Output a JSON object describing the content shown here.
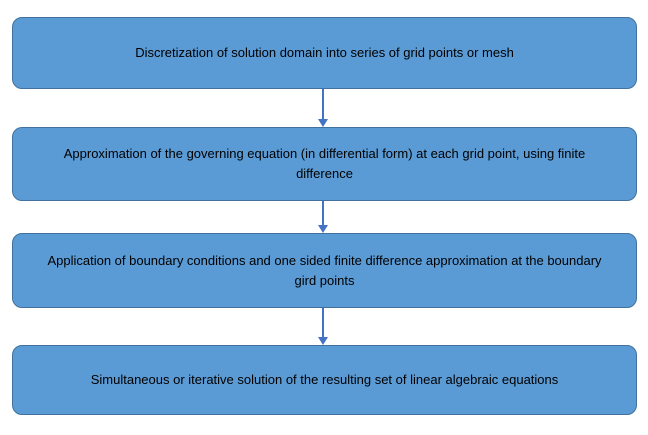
{
  "diagram": {
    "type": "flowchart-vertical",
    "steps": [
      {
        "label": "Discretization of solution domain into series of grid points or mesh"
      },
      {
        "label": "Approximation of the governing equation (in differential form) at each grid point, using finite difference"
      },
      {
        "label": "Application of boundary conditions and one sided finite difference approximation at the boundary gird points"
      },
      {
        "label": "Simultaneous or iterative solution of the resulting set of linear algebraic equations"
      }
    ]
  },
  "colors": {
    "box_fill": "#5b9bd5",
    "box_border": "#41719c",
    "arrow": "#4472c4",
    "text": "#000000",
    "background": "#ffffff"
  }
}
